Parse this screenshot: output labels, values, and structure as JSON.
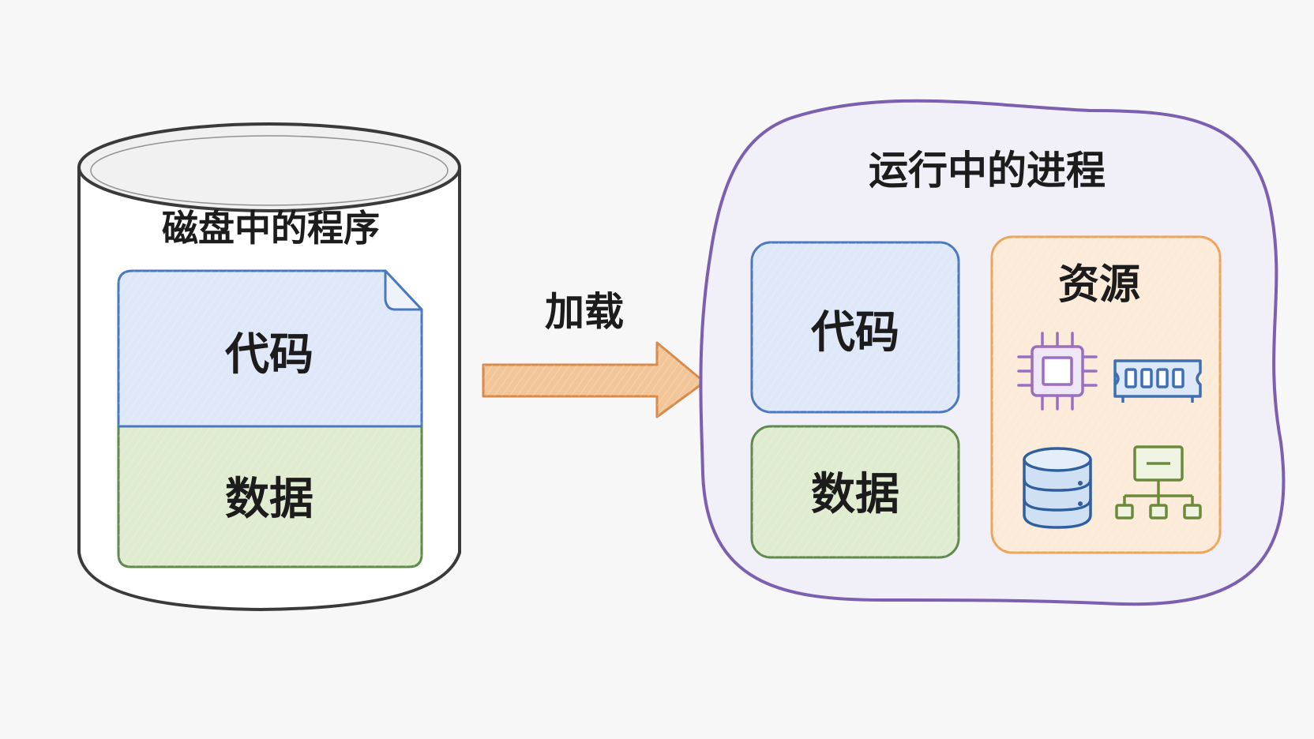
{
  "disk": {
    "title": "磁盘中的程序",
    "code_label": "代码",
    "data_label": "数据"
  },
  "arrow": {
    "label": "加载"
  },
  "process": {
    "title": "运行中的进程",
    "code_label": "代码",
    "data_label": "数据",
    "resources": {
      "title": "资源",
      "icons": [
        "cpu-icon",
        "memory-icon",
        "storage-icon",
        "network-icon"
      ]
    }
  },
  "colors": {
    "outline": "#3a3a3a",
    "code_fill": "#dfe8f8",
    "code_stroke": "#4a78c0",
    "data_fill": "#dfeccf",
    "data_stroke": "#5f8a4e",
    "arrow_fill": "#f3c69a",
    "arrow_stroke": "#d9894a",
    "process_stroke": "#7b5fb0",
    "process_fill": "#f1f0f8",
    "resource_fill": "#fcebd8",
    "resource_stroke": "#f0a45a"
  }
}
